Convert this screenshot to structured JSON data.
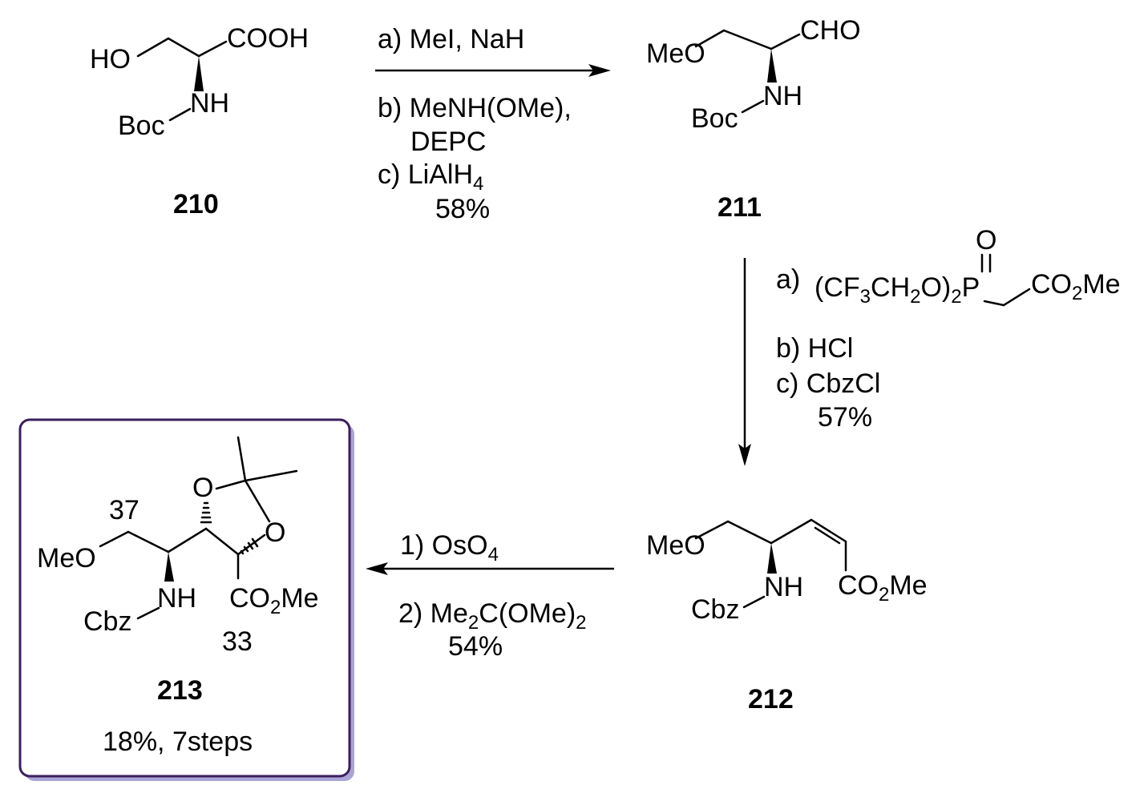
{
  "compounds": {
    "c210": {
      "id": "210",
      "atoms": {
        "ho": "HO",
        "cooh": "COOH",
        "nh": "NH",
        "boc": "Boc"
      }
    },
    "c211": {
      "id": "211",
      "atoms": {
        "meo": "MeO",
        "cho": "CHO",
        "nh": "NH",
        "boc": "Boc"
      }
    },
    "c212": {
      "id": "212",
      "atoms": {
        "meo": "MeO",
        "nh": "NH",
        "cbz": "Cbz",
        "co2me_a": "CO",
        "co2me_sub": "2",
        "co2me_b": "Me"
      }
    },
    "c213": {
      "id": "213",
      "yield_note": "18%, 7steps",
      "atoms": {
        "o1": "O",
        "o2": "O",
        "meo": "MeO",
        "nh": "NH",
        "cbz": "Cbz",
        "co2me_a": "CO",
        "co2me_sub": "2",
        "co2me_b": "Me",
        "pos37": "37",
        "pos33": "33"
      }
    }
  },
  "steps": {
    "step1": {
      "a": "a) MeI, NaH",
      "b1": "b) MeNH(OMe),",
      "b2": "DEPC",
      "c_main": "c) LiAlH",
      "c_sub": "4",
      "yield": "58%"
    },
    "step2": {
      "a_prefix": "a)",
      "reagent": {
        "p1": "(CF",
        "s1": "3",
        "p2": "CH",
        "s2": "2",
        "p3": "O)",
        "s3": "2",
        "p": "P",
        "o": "O",
        "co2me_a": "CO",
        "co2me_sub": "2",
        "co2me_b": "Me"
      },
      "b": "b) HCl",
      "c": "c) CbzCl",
      "yield": "57%"
    },
    "step3": {
      "s1_main": "1) OsO",
      "s1_sub": "4",
      "s2_a": "2) Me",
      "s2_s1": "2",
      "s2_b": "C(OMe)",
      "s2_s2": "2",
      "yield": "54%"
    }
  }
}
